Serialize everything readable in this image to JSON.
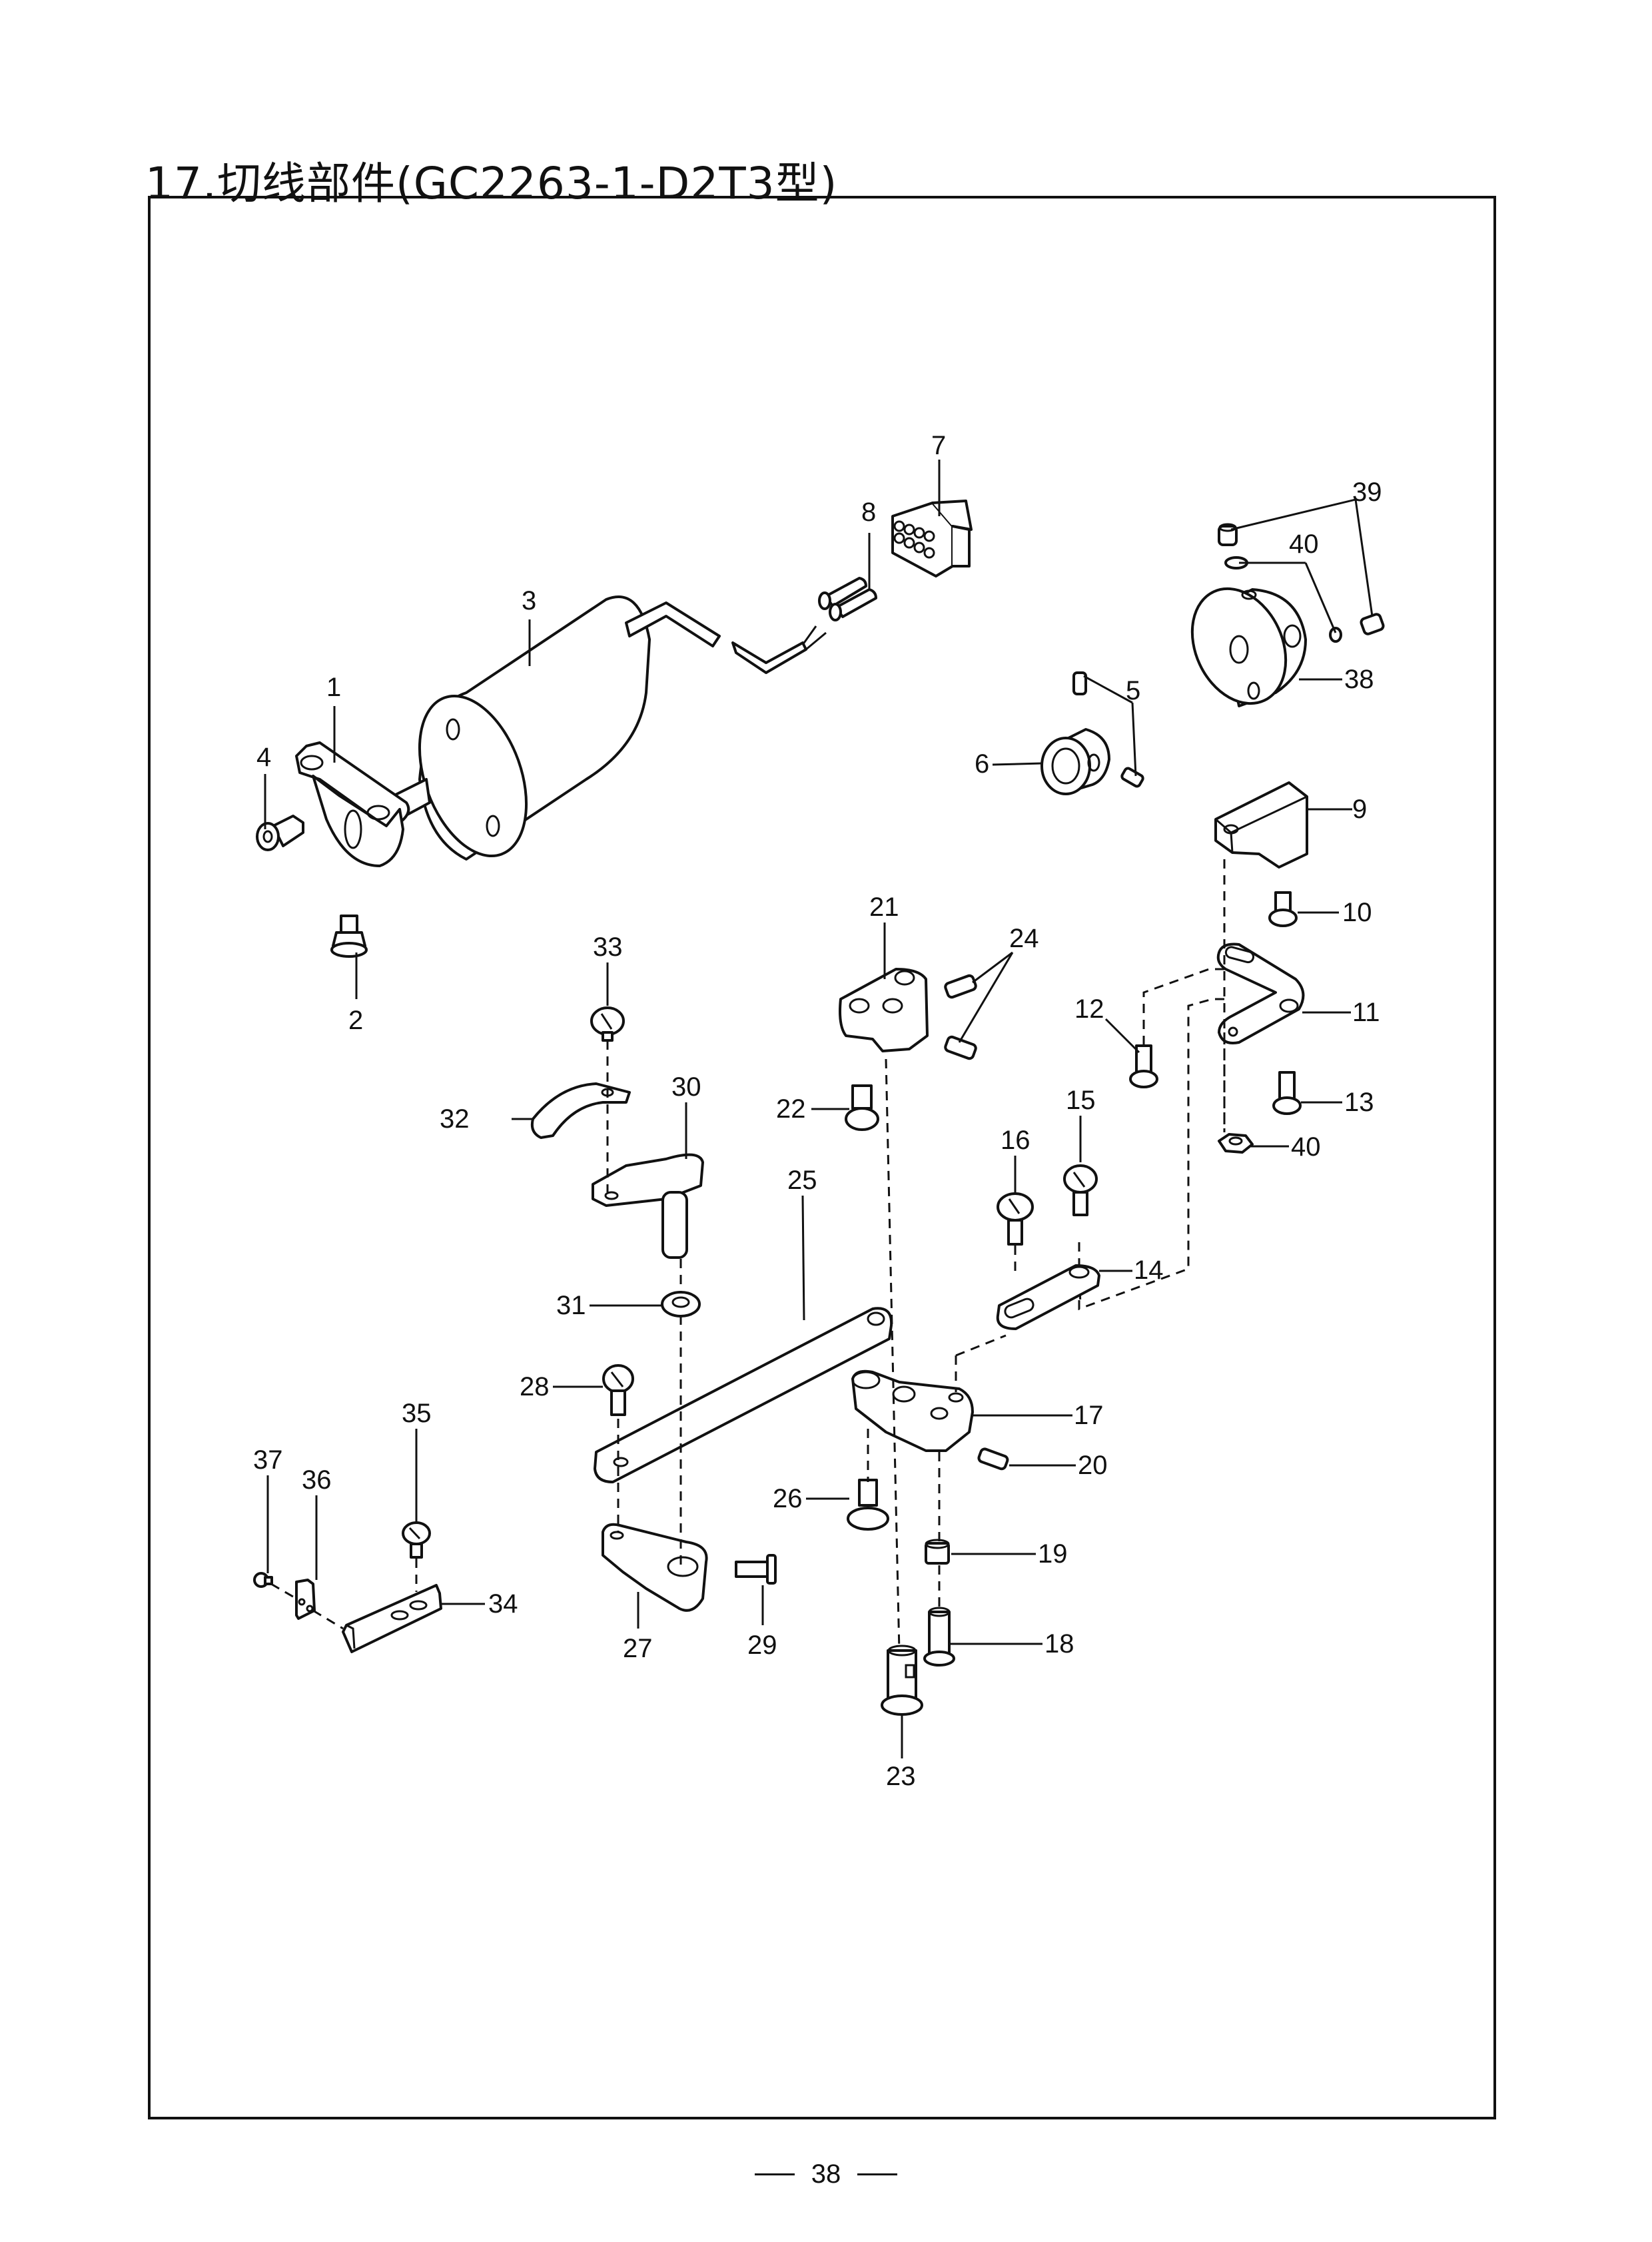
{
  "page": {
    "title": "17.切线部件(GC2263-1-D2T3型)",
    "page_number": "38"
  },
  "diagram": {
    "type": "exploded-parts-diagram",
    "callouts": [
      {
        "id": "1",
        "label": "1"
      },
      {
        "id": "2",
        "label": "2"
      },
      {
        "id": "3",
        "label": "3"
      },
      {
        "id": "4",
        "label": "4"
      },
      {
        "id": "5",
        "label": "5"
      },
      {
        "id": "6",
        "label": "6"
      },
      {
        "id": "7",
        "label": "7"
      },
      {
        "id": "8",
        "label": "8"
      },
      {
        "id": "9",
        "label": "9"
      },
      {
        "id": "10",
        "label": "10"
      },
      {
        "id": "11",
        "label": "11"
      },
      {
        "id": "12",
        "label": "12"
      },
      {
        "id": "13",
        "label": "13"
      },
      {
        "id": "14",
        "label": "14"
      },
      {
        "id": "15",
        "label": "15"
      },
      {
        "id": "16",
        "label": "16"
      },
      {
        "id": "17",
        "label": "17"
      },
      {
        "id": "18",
        "label": "18"
      },
      {
        "id": "19",
        "label": "19"
      },
      {
        "id": "20",
        "label": "20"
      },
      {
        "id": "21",
        "label": "21"
      },
      {
        "id": "22",
        "label": "22"
      },
      {
        "id": "23",
        "label": "23"
      },
      {
        "id": "24",
        "label": "24"
      },
      {
        "id": "25",
        "label": "25"
      },
      {
        "id": "26",
        "label": "26"
      },
      {
        "id": "27",
        "label": "27"
      },
      {
        "id": "28",
        "label": "28"
      },
      {
        "id": "29",
        "label": "29"
      },
      {
        "id": "30",
        "label": "30"
      },
      {
        "id": "31",
        "label": "31"
      },
      {
        "id": "32",
        "label": "32"
      },
      {
        "id": "33",
        "label": "33"
      },
      {
        "id": "34",
        "label": "34"
      },
      {
        "id": "35",
        "label": "35"
      },
      {
        "id": "36",
        "label": "36"
      },
      {
        "id": "37",
        "label": "37"
      },
      {
        "id": "38",
        "label": "38"
      },
      {
        "id": "39",
        "label": "39"
      },
      {
        "id": "40a",
        "label": "40"
      },
      {
        "id": "40b",
        "label": "40"
      }
    ]
  }
}
